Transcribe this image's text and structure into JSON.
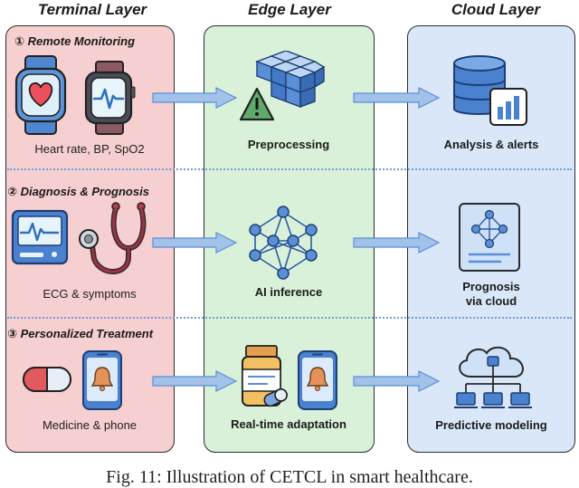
{
  "layers": {
    "terminal": "Terminal Layer",
    "edge": "Edge Layer",
    "cloud": "Cloud Layer"
  },
  "rows": [
    {
      "label": "① Remote Monitoring",
      "terminal_caption": "Heart rate, BP, SpO2",
      "edge_caption": "Preprocessing",
      "cloud_caption": "Analysis & alerts"
    },
    {
      "label": "② Diagnosis & Prognosis",
      "terminal_caption": "ECG & symptoms",
      "edge_caption": "AI inference",
      "cloud_caption_line1": "Prognosis",
      "cloud_caption_line2": "via cloud"
    },
    {
      "label": "③ Personalized Treatment",
      "terminal_caption": "Medicine & phone",
      "edge_caption": "Real-time adaptation",
      "cloud_caption": "Predictive modeling"
    }
  ],
  "figure_caption": "Fig. 11: Illustration of CETCL in smart healthcare.",
  "colors": {
    "terminal_bg": "#f6cfd0",
    "edge_bg": "#daf1d9",
    "cloud_bg": "#d9e7f9",
    "accent_blue": "#5b8fd6",
    "arrow_blue": "#9dbde9"
  },
  "icons": [
    "smartwatch-heart-icon",
    "smartwatch-pulse-icon",
    "cube-grid-warning-icon",
    "database-chart-icon",
    "ecg-monitor-icon",
    "stethoscope-icon",
    "neural-network-icon",
    "network-document-icon",
    "pill-icon",
    "phone-bell-icon",
    "medicine-bottle-icon",
    "cloud-network-icon"
  ]
}
